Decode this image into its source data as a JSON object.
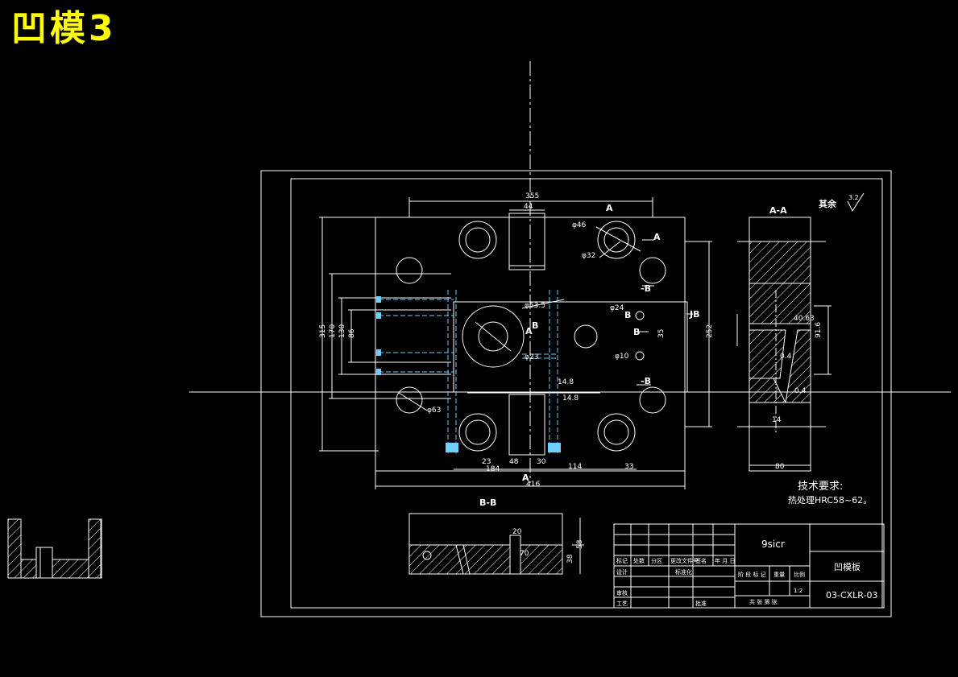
{
  "title": "凹模3",
  "dims": {
    "top_overall": "355",
    "top_small": "44",
    "d46": "φ46",
    "d32": "φ32",
    "d24": "φ24",
    "d10": "φ10",
    "d63": "φ63",
    "d53": "φ53.5",
    "d23": "φ23",
    "h315": "315",
    "h170": "170",
    "h130": "130",
    "h86": "86",
    "h252": "252",
    "v35": "35",
    "d14a": "14.8",
    "d14b": "14.8",
    "b23": "23",
    "b48": "48",
    "b30": "30",
    "b114": "114",
    "b33": "33",
    "b416": "416",
    "b184": "184",
    "w80": "80"
  },
  "labels": {
    "section_a_top": "A",
    "section_a_side": "A",
    "section_b_right": "B",
    "section_b_left": "B",
    "section_a_mid": "A",
    "section_b_tag1": "-B",
    "section_b_tag2": "-B",
    "section_jb": "JB",
    "section_b2": "B",
    "section_a_bottom": "A",
    "view_aa": "A-A",
    "view_bb": "B-B",
    "rest": "其余",
    "roughness": "3.2"
  },
  "aa_dims": {
    "a1": "40.63",
    "a2": "91.6",
    "a3": "0.4",
    "a4": "14",
    "a5": "80",
    "a6": "0.4"
  },
  "bb_dims": {
    "t1": "20",
    "t2": "58",
    "t3": "38",
    "t4": "70"
  },
  "tech": {
    "heading": "技术要求:",
    "line1": "热处理HRC58~62。"
  },
  "titleblock": {
    "material": "9sicr",
    "part_name": "凹模板",
    "drawing_no": "03-CXLR-03",
    "scale": "1:2",
    "h_mark": "标记",
    "h_count": "处数",
    "h_zone": "分区",
    "h_docno": "更改文件号",
    "h_sign": "签名",
    "h_date": "年 月 日",
    "h_design": "设计",
    "h_std": "标准化",
    "h_stage": "阶 段 标 记",
    "h_weight": "重量",
    "h_ratio": "比例",
    "h_check": "审核",
    "h_proc": "工艺",
    "h_approve": "批准",
    "h_sheets": "共 张 第 张"
  }
}
